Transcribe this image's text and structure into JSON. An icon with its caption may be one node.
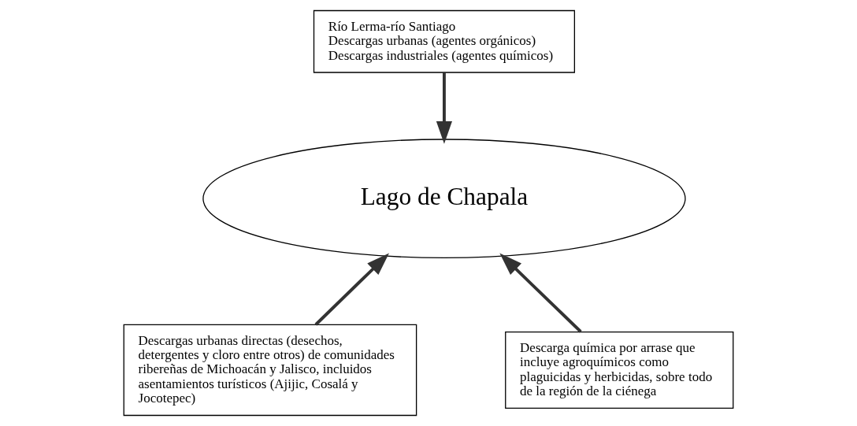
{
  "diagram": {
    "nodes": [
      {
        "text": [
          "Río Lerma-río Santiago",
          "Descargas urbanas (agentes orgánicos)",
          "Descargas industriales (agentes químicos)"
        ]
      },
      {
        "text": [
          "Lago de Chapala"
        ]
      },
      {
        "text": [
          "Descargas urbanas directas (desechos, detergentes y cloro entre otros) de comunidades ribereñas de Michoacán y Jalisco, incluidos asentamientos turísticos (Ajijic, Cosalá y Jocotepec)"
        ]
      },
      {
        "text": [
          "Descarga química por arrase que incluye agroquímicos como plaguicidas y herbicidas, sobre todo de la región de la ciénega"
        ]
      }
    ],
    "edges": [
      {
        "from": 0,
        "to": 1,
        "arrow": "to"
      },
      {
        "from": 2,
        "to": 1,
        "arrow": "to"
      },
      {
        "from": 3,
        "to": 1,
        "arrow": "to"
      }
    ]
  }
}
